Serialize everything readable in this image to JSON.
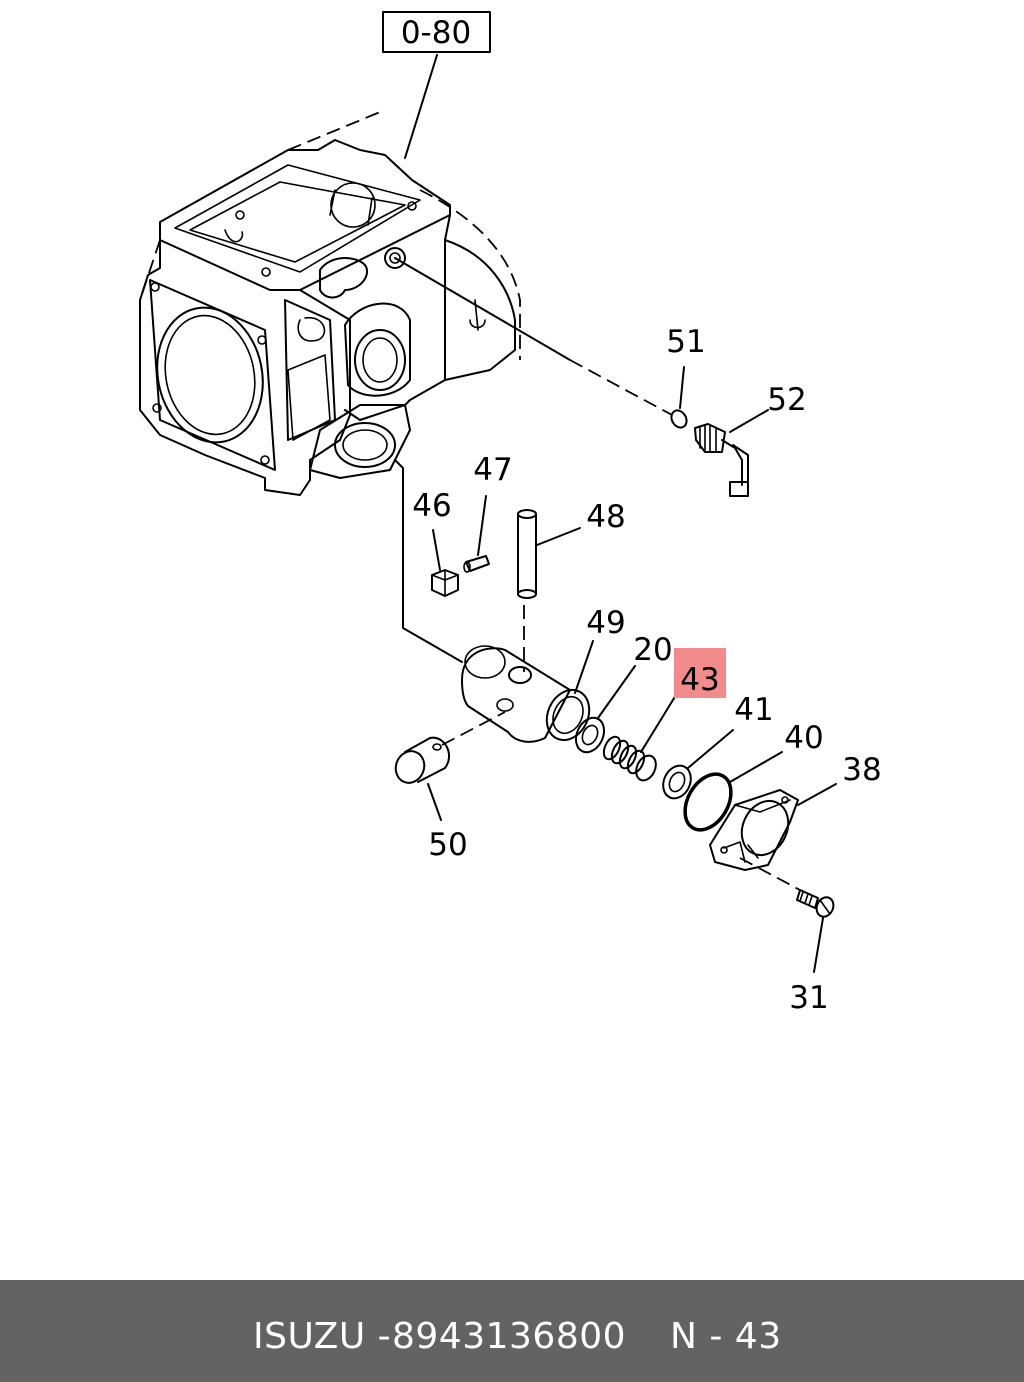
{
  "diagram": {
    "reference": "0-80",
    "callouts": {
      "c51": "51",
      "c52": "52",
      "c47": "47",
      "c46": "46",
      "c48": "48",
      "c49": "49",
      "c20": "20",
      "c43": "43",
      "c41": "41",
      "c40": "40",
      "c38": "38",
      "c50": "50",
      "c31": "31"
    },
    "highlight_color": "#f28b8b"
  },
  "footer": {
    "brand": "ISUZU -",
    "part_number": "8943136800",
    "position": "N - 43"
  }
}
